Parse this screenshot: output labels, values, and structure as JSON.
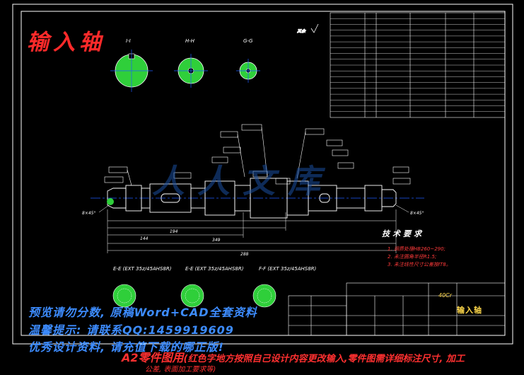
{
  "drawing_title": "输入轴",
  "section_labels": [
    "I-I",
    "H-H",
    "G-G"
  ],
  "bottom_section_labels": [
    "E-E (EXT 35z/45AHS8R)",
    "E-E (EXT 35z/45AHS8R)",
    "F-F (EXT 35z/45AHS8R)"
  ],
  "technical_requirements": {
    "heading": "技术要求",
    "items": [
      "1. 调质处理HB260~290;",
      "2. 未注圆角半径R1.5;",
      "3. 未注线性尺寸公差按IT8。"
    ]
  },
  "title_block": {
    "part_name": "输入轴",
    "material": "40Cr"
  },
  "watermark": {
    "line1": "预览请勿分数, 原稿Word+CAD全套资料",
    "line2": "温馨提示: 请联系QQ:1459919609",
    "line3": "优秀设计资料, 请充值下载的哪正版!"
  },
  "footer": {
    "main": "A2零件图用",
    "note_line1": "(红色字地方按照自己设计内容更改输入,零件图需详细标注尺寸, 加工",
    "note_line2": "公差, 表面加工要求等)"
  },
  "colors": {
    "background": "#000000",
    "line": "#ffffff",
    "centerline": "#1e5bff",
    "dimension": "#ffffff",
    "hatch": "#2fcf3a",
    "title_red": "#ff2a2a",
    "watermark_blue": "#3d8cff"
  }
}
